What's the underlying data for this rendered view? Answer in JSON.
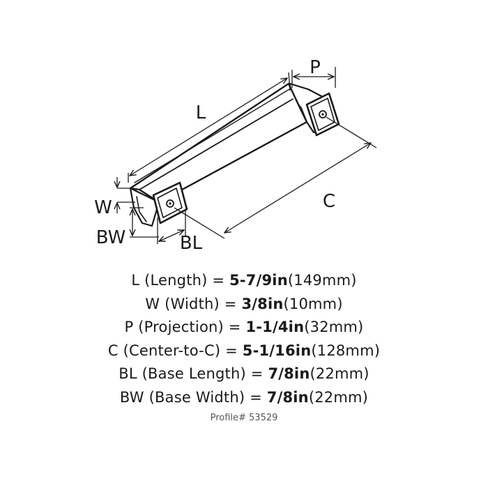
{
  "diagram": {
    "labels": {
      "l": "L",
      "p": "P",
      "c": "C",
      "w": "W",
      "bw": "BW",
      "bl": "BL"
    }
  },
  "specs": [
    {
      "code": "L",
      "name": " (Length) = ",
      "value": "5-7/9in",
      "metric": "(149mm)"
    },
    {
      "code": "W",
      "name": " (Width) = ",
      "value": "3/8in",
      "metric": "(10mm)"
    },
    {
      "code": "P",
      "name": " (Projection) = ",
      "value": "1-1/4in",
      "metric": "(32mm)"
    },
    {
      "code": "C",
      "name": " (Center-to-C) = ",
      "value": "5-1/16in",
      "metric": "(128mm)"
    },
    {
      "code": "BL",
      "name": " (Base Length) = ",
      "value": "7/8in",
      "metric": "(22mm)"
    },
    {
      "code": "BW",
      "name": " (Base Width) = ",
      "value": "7/8in",
      "metric": "(22mm)"
    }
  ],
  "profile": "Profile# 53529",
  "colors": {
    "ink": "#1a1a1a",
    "muted": "#555555",
    "background": "#ffffff"
  }
}
